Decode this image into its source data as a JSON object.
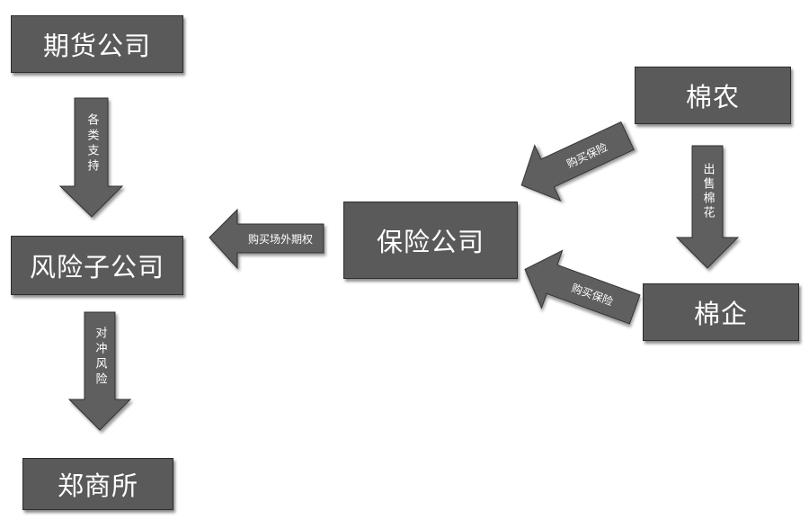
{
  "nodes": {
    "futures_company": "期货公司",
    "risk_subsidiary": "风险子公司",
    "zce": "郑商所",
    "insurance_company": "保险公司",
    "cotton_farmer": "棉农",
    "cotton_enterprise": "棉企"
  },
  "arrows": {
    "support": "各类支持",
    "hedge_risk": "对冲风险",
    "buy_otc_options": "购买场外期权",
    "sell_cotton": "出售棉花",
    "buy_insurance_farmer": "购买保险",
    "buy_insurance_enterprise": "购买保险"
  },
  "colors": {
    "box_fill": "#5a5a5a",
    "box_border": "#2e2e2e",
    "arrow_fill": "#5f5f5f",
    "text": "#ffffff"
  }
}
